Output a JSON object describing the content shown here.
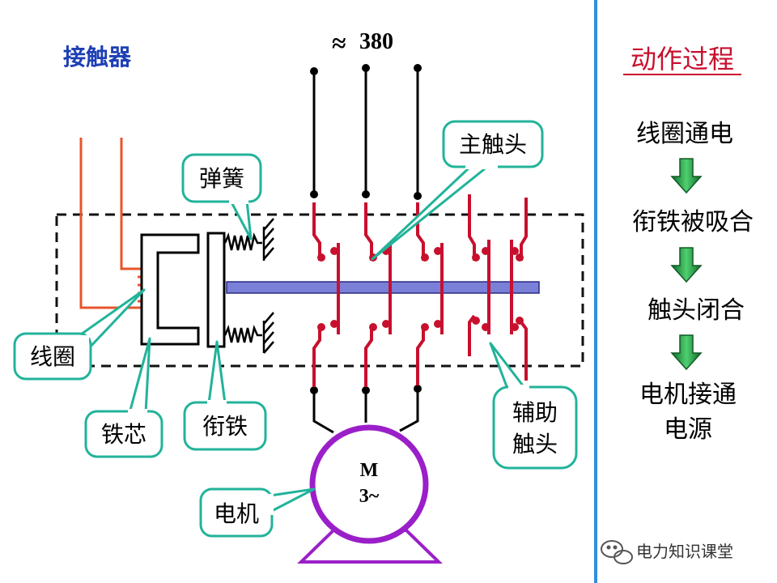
{
  "title": "接触器",
  "voltage": {
    "symbol": "≈",
    "value": "380"
  },
  "labels": {
    "main_contact": "主触头",
    "spring": "弹簧",
    "coil": "线圈",
    "core": "铁芯",
    "armature": "衔铁",
    "aux_contact_line1": "辅助",
    "aux_contact_line2": "触头",
    "motor": "电机"
  },
  "motor": {
    "line1": "M",
    "line2": "3~"
  },
  "process": {
    "heading": "动作过程",
    "steps": [
      "线圈通电",
      "衔铁被吸合",
      "触头闭合",
      "电机接通"
    ],
    "last_step_line2": "电源"
  },
  "watermark": "电力知识课堂",
  "colors": {
    "title_blue": "#1e3fb4",
    "heading_red": "#c8102e",
    "contact_red": "#c8102e",
    "wire_orange": "#e8552a",
    "callout_teal": "#22b39a",
    "rod_blue": "#7a7fd8",
    "motor_purple": "#9b1fc8",
    "divider_blue": "#2f8fe0",
    "arrow_green": "#2a9a4a"
  },
  "icons": {
    "watermark_icon": "wechat-icon",
    "step_arrow": "down-arrow-icon"
  }
}
